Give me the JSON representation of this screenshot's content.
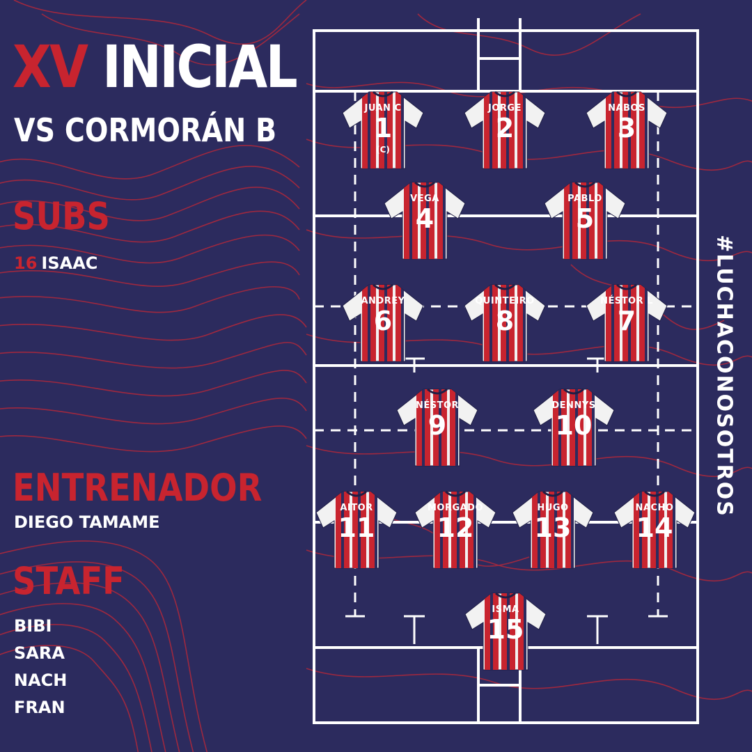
{
  "header": {
    "title_red": "XV",
    "title_white": "INICIAL",
    "subtitle": "VS CORMORÁN B"
  },
  "subs": {
    "heading": "SUBS",
    "items": [
      {
        "number": "16",
        "name": "ISAAC"
      }
    ]
  },
  "coach": {
    "heading": "ENTRENADOR",
    "name": "DIEGO TAMAME"
  },
  "staff": {
    "heading": "STAFF",
    "members": [
      "BIBI",
      "SARA",
      "NACH",
      "FRAN"
    ]
  },
  "hashtag": "#LUCHACONOSOTROS",
  "colors": {
    "background": "#2c2b5e",
    "accent_red": "#c8242f",
    "white": "#ffffff"
  },
  "players": [
    {
      "number": "1",
      "name": "JUAN C",
      "captain_mark": "(C)"
    },
    {
      "number": "2",
      "name": "JORGE"
    },
    {
      "number": "3",
      "name": "NABOS"
    },
    {
      "number": "4",
      "name": "VEGA"
    },
    {
      "number": "5",
      "name": "PABLO"
    },
    {
      "number": "6",
      "name": "ANDREY"
    },
    {
      "number": "8",
      "name": "QUINTEIRO"
    },
    {
      "number": "7",
      "name": "NÉSTOR L"
    },
    {
      "number": "9",
      "name": "NÉSTOR"
    },
    {
      "number": "10",
      "name": "DENNYS"
    },
    {
      "number": "11",
      "name": "AITOR"
    },
    {
      "number": "12",
      "name": "MORGADO"
    },
    {
      "number": "13",
      "name": "HUGO"
    },
    {
      "number": "14",
      "name": "NACHO"
    },
    {
      "number": "15",
      "name": "ISMA"
    }
  ]
}
